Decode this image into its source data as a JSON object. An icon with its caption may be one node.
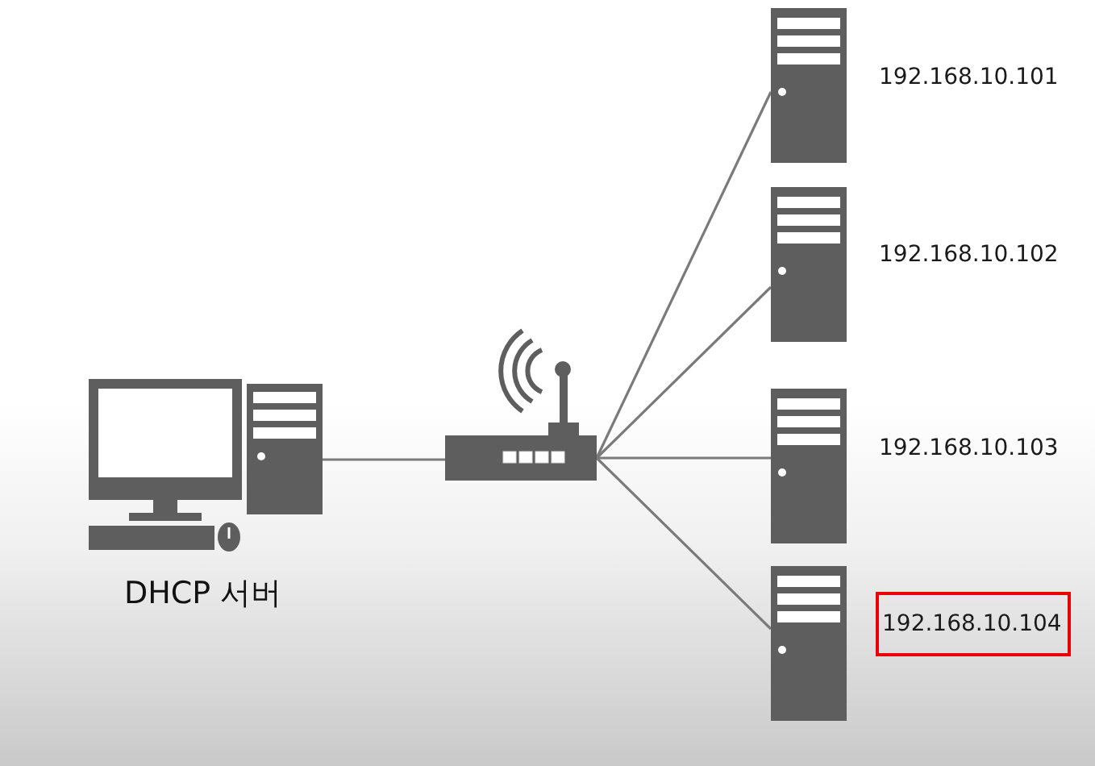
{
  "diagram": {
    "nodes": [
      {
        "text": [
          "DHCP 서버"
        ]
      },
      {
        "text": [],
        "shape": "picture"
      },
      {
        "text": [
          "192.168.10.101"
        ]
      },
      {
        "text": [
          "192.168.10.102"
        ]
      },
      {
        "text": [
          "192.168.10.103"
        ]
      },
      {
        "text": [
          "192.168.10.104"
        ]
      }
    ],
    "edges": [
      {
        "from": 0,
        "to": 1,
        "arrow": "none"
      },
      {
        "from": 1,
        "to": 2,
        "arrow": "none"
      },
      {
        "from": 1,
        "to": 3,
        "arrow": "none"
      },
      {
        "from": 1,
        "to": 4,
        "arrow": "none"
      },
      {
        "from": 1,
        "to": 5,
        "arrow": "none"
      }
    ]
  }
}
